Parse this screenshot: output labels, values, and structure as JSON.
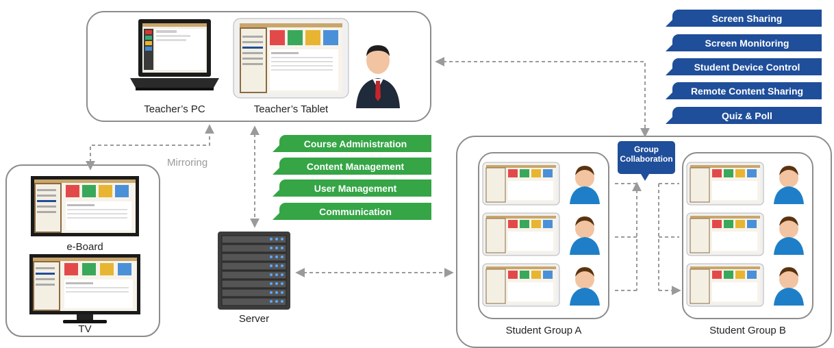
{
  "teacher": {
    "pc_label": "Teacher’s PC",
    "tablet_label": "Teacher’s Tablet"
  },
  "mirroring_label": "Mirroring",
  "displays": {
    "eboard_label": "e-Board",
    "tv_label": "TV"
  },
  "server_label": "Server",
  "teacher_features": [
    "Screen Sharing",
    "Screen Monitoring",
    "Student Device Control",
    "Remote Content Sharing",
    "Quiz & Poll"
  ],
  "server_features": [
    "Course Administration",
    "Content Management",
    "User Management",
    "Communication"
  ],
  "group_collaboration": "Group Collaboration",
  "groups": {
    "a_label": "Student Group A",
    "b_label": "Student Group B"
  },
  "colors": {
    "blue_tag": "#1f4e9a",
    "green_tag": "#35a546",
    "box_border": "#8c8c8c",
    "arrow": "#9a9a9a"
  }
}
